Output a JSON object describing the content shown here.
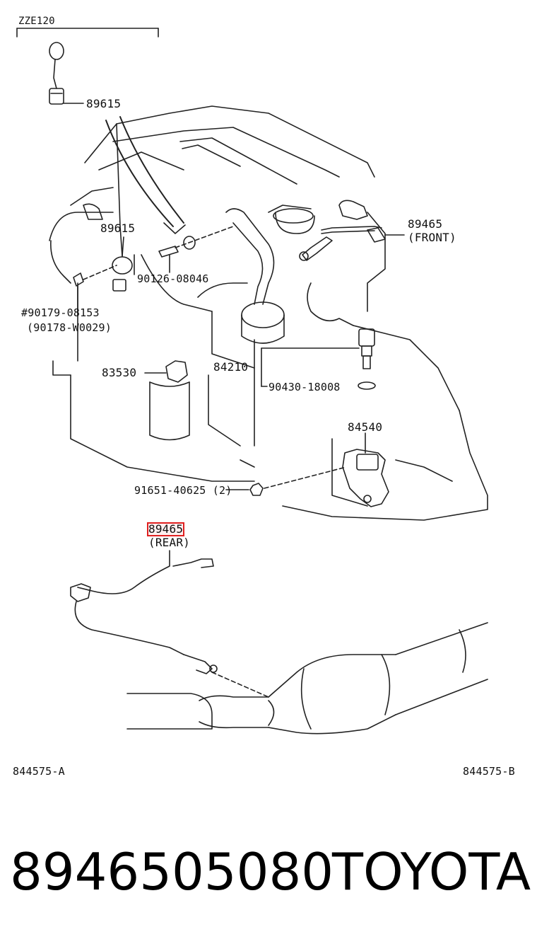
{
  "diagram": {
    "model_header": "ZZE120",
    "callouts": {
      "knock_sensor_top": "89615",
      "knock_sensor_mid": "89615",
      "bolt": "90126-08046",
      "clamp_note_1": "#90179-08153",
      "clamp_note_2": "(90178-W0029)",
      "o2_front_part": "89465",
      "o2_front_sub": "(FRONT)",
      "oil_pressure_switch": "83530",
      "water_temp_group": "84210",
      "gasket": "90430-18008",
      "neutral_switch": "84540",
      "nut": "91651-40625 (2)",
      "o2_rear_part": "89465",
      "o2_rear_sub": "(REAR)",
      "ref_left": "844575-A",
      "ref_right": "844575-B"
    },
    "highlight_color": "#e02020"
  },
  "footer": {
    "part_number": "8946505080",
    "brand": "TOYOTA"
  }
}
